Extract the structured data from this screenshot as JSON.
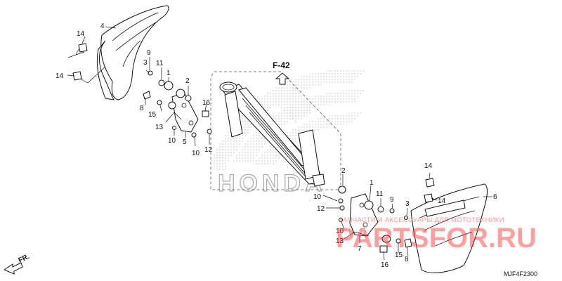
{
  "diagram": {
    "reference": "F-42",
    "code": "MJF4F2300",
    "front_label": "FR.",
    "callouts": {
      "upper": [
        "14",
        "4",
        "14",
        "9",
        "3",
        "11",
        "1",
        "2",
        "8",
        "15",
        "16",
        "13",
        "10",
        "5",
        "10",
        "12"
      ],
      "lower": [
        "2",
        "10",
        "12",
        "1",
        "11",
        "9",
        "3",
        "14",
        "14",
        "6",
        "10",
        "13",
        "7",
        "15",
        "8",
        "16"
      ]
    }
  },
  "watermark": {
    "brand": "PARTSFOR.RU",
    "tagline": "ЗАПЧАСТИ И АКСЕССУАРЫ ДЛЯ МОТОТЕХНИКИ",
    "logo_text": "HONDA"
  },
  "colors": {
    "line": "#111111",
    "background": "#ffffff",
    "watermark_red": "#ff2a2a",
    "watermark_logo": "#bbbbbb"
  }
}
